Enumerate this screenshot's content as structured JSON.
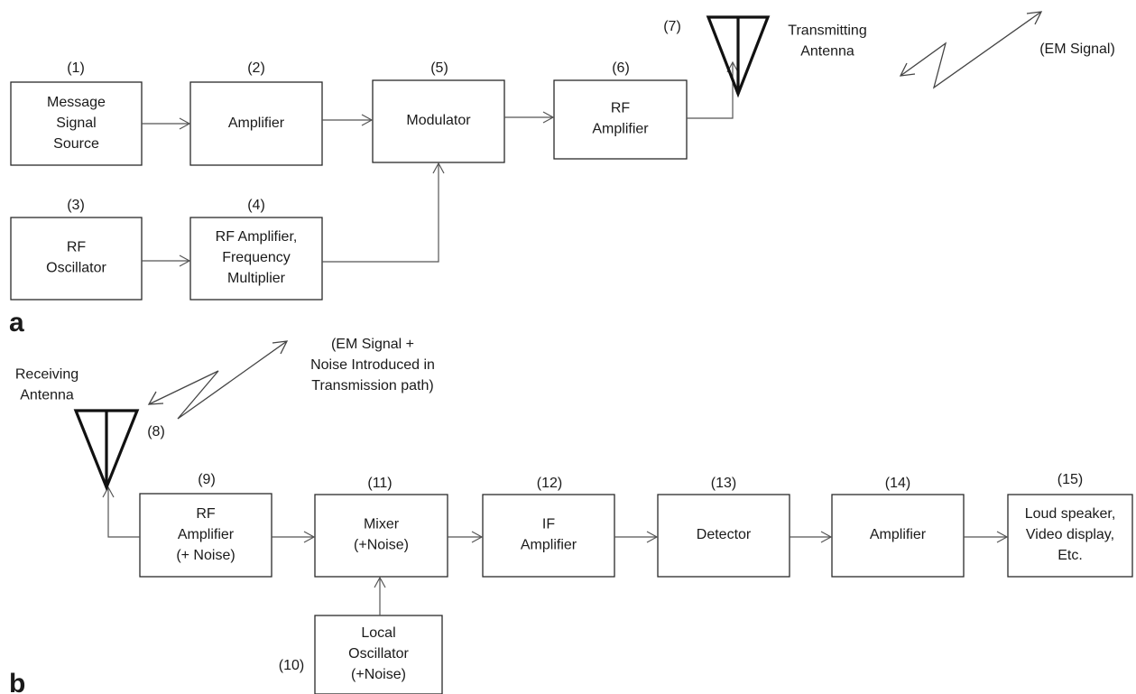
{
  "panel_a": {
    "label": "a",
    "blocks": [
      {
        "id": "b1",
        "num": "(1)",
        "lines": [
          "Message",
          "Signal",
          "Source"
        ]
      },
      {
        "id": "b2",
        "num": "(2)",
        "lines": [
          "Amplifier"
        ]
      },
      {
        "id": "b3",
        "num": "(3)",
        "lines": [
          "RF",
          "Oscillator"
        ]
      },
      {
        "id": "b4",
        "num": "(4)",
        "lines": [
          "RF Amplifier,",
          "Frequency",
          "Multiplier"
        ]
      },
      {
        "id": "b5",
        "num": "(5)",
        "lines": [
          "Modulator"
        ]
      },
      {
        "id": "b6",
        "num": "(6)",
        "lines": [
          "RF",
          "Amplifier"
        ]
      }
    ],
    "antenna": {
      "num": "(7)",
      "lines": [
        "Transmitting",
        "Antenna"
      ]
    },
    "signal": {
      "lines": [
        "(EM Signal)"
      ]
    }
  },
  "panel_b": {
    "label": "b",
    "antenna": {
      "num": "(8)",
      "lines": [
        "Receiving",
        "Antenna"
      ]
    },
    "signal": {
      "lines": [
        "(EM Signal +",
        "Noise Introduced in",
        "Transmission path)"
      ]
    },
    "blocks": [
      {
        "id": "b9",
        "num": "(9)",
        "lines": [
          "RF",
          "Amplifier",
          "(+ Noise)"
        ]
      },
      {
        "id": "b10",
        "num": "(10)",
        "lines": [
          "Local",
          "Oscillator",
          "(+Noise)"
        ]
      },
      {
        "id": "b11",
        "num": "(11)",
        "lines": [
          "Mixer",
          "(+Noise)"
        ]
      },
      {
        "id": "b12",
        "num": "(12)",
        "lines": [
          "IF",
          "Amplifier"
        ]
      },
      {
        "id": "b13",
        "num": "(13)",
        "lines": [
          "Detector"
        ]
      },
      {
        "id": "b14",
        "num": "(14)",
        "lines": [
          "Amplifier"
        ]
      },
      {
        "id": "b15",
        "num": "(15)",
        "lines": [
          "Loud speaker,",
          "Video display,",
          "Etc."
        ]
      }
    ]
  }
}
